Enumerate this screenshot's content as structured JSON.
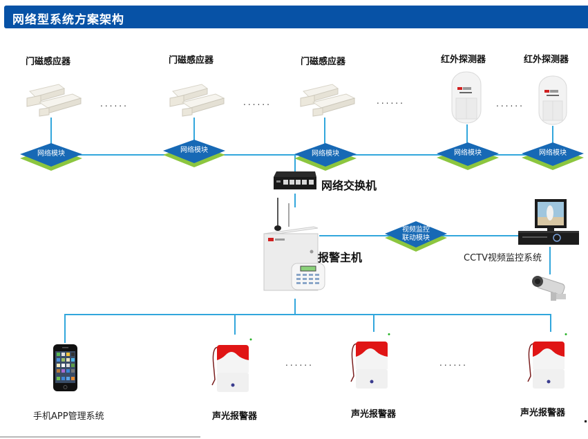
{
  "header": {
    "title": "网络型系统方案架构"
  },
  "colors": {
    "title_bar": "#0752a6",
    "wire": "#31a6dc",
    "module_top": "#1769b5",
    "module_shadow": "#8cc63f"
  },
  "sensors": [
    {
      "label": "门磁感应器",
      "type": "door-magnetic-sensor"
    },
    {
      "label": "门磁感应器",
      "type": "door-magnetic-sensor"
    },
    {
      "label": "门磁感应器",
      "type": "door-magnetic-sensor"
    },
    {
      "label": "红外探测器",
      "type": "infrared-detector"
    },
    {
      "label": "红外探测器",
      "type": "infrared-detector"
    }
  ],
  "ellipsis": "......",
  "modules": {
    "network": "网络模块",
    "video_line1": "视频监控",
    "video_line2": "联动模块"
  },
  "switch": {
    "label": "网络交换机"
  },
  "host": {
    "label": "报警主机"
  },
  "cctv": {
    "label": "CCTV视频监控系统"
  },
  "outputs": [
    {
      "label": "手机APP管理系统",
      "type": "mobile-phone"
    },
    {
      "label": "声光报警器",
      "type": "strobe-siren"
    },
    {
      "label": "声光报警器",
      "type": "strobe-siren"
    },
    {
      "label": "声光报警器",
      "type": "strobe-siren"
    }
  ]
}
